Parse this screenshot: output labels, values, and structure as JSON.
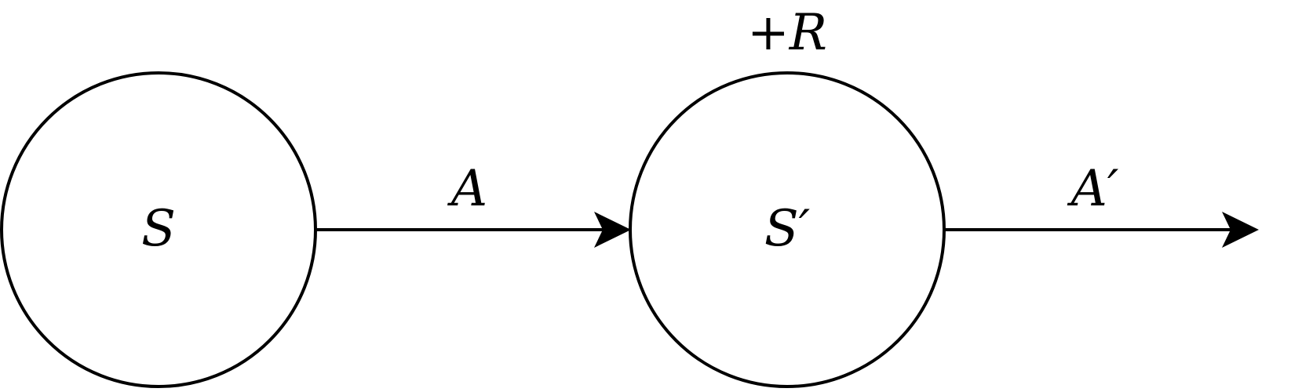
{
  "diagram": {
    "nodes": [
      {
        "id": "S",
        "label": "S"
      },
      {
        "id": "S_prime",
        "label": "S′",
        "annotation": "+R"
      }
    ],
    "edges": [
      {
        "from": "S",
        "to": "S_prime",
        "label": "A"
      },
      {
        "from": "S_prime",
        "to": null,
        "label": "A′"
      }
    ],
    "colors": {
      "stroke": "#000000",
      "background": "#ffffff"
    }
  }
}
